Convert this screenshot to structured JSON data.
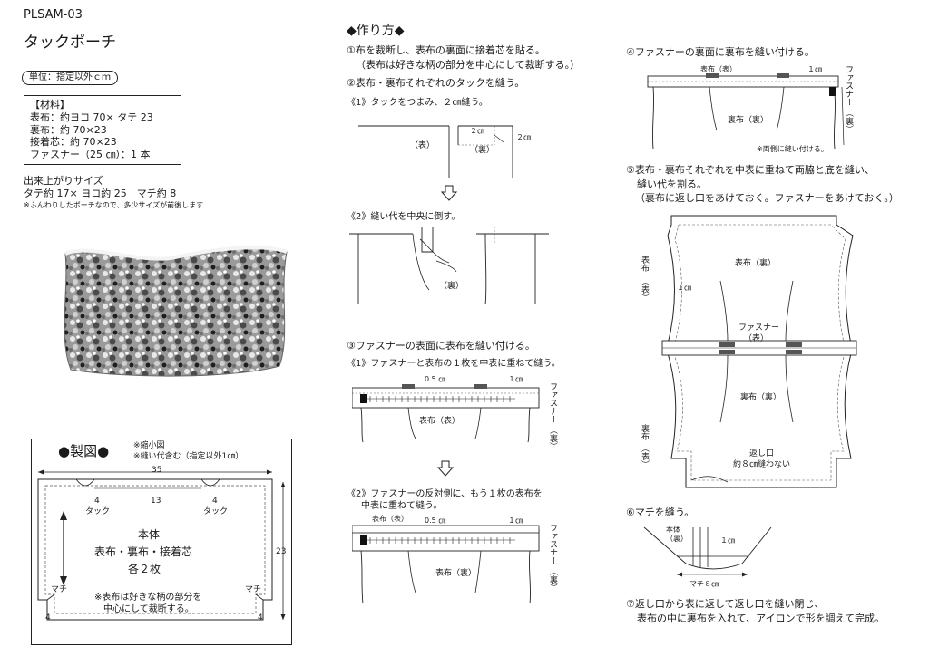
{
  "header": {
    "code": "PLSAM-03",
    "title": "タックポーチ"
  },
  "unit_badge": "単位：指定以外ｃｍ",
  "materials": {
    "heading": "【材料】",
    "lines": [
      "表布：約ヨコ 70× タテ 23",
      "裏布：約 70×23",
      "接着芯：約 70×23",
      "ファスナー（25 ㎝）：1 本"
    ]
  },
  "finished_size": {
    "heading": "出来上がりサイズ",
    "dims": "タテ約 17× ヨコ約 25　マチ約 8",
    "note": "※ふんわりしたポーチなので、多少サイズが前後します"
  },
  "pattern": {
    "title": "●製図●",
    "notes": [
      "※縮小図",
      "※縫い代含む（指定以外1㎝）"
    ],
    "width": "35",
    "height": "23",
    "seg_left": "4",
    "seg_mid": "13",
    "seg_right": "4",
    "tuck": "タック",
    "body_lines": [
      "本体",
      "表布・裏布・接着芯",
      "各２枚"
    ],
    "body_note": [
      "※表布は好きな柄の部分を",
      "中心にして裁断する。"
    ],
    "gusset": "マチ",
    "corner": "4"
  },
  "howto": {
    "title": "◆作り方◆",
    "step1": [
      "①布を裁断し、表布の裏面に接着芯を貼る。",
      "（表布は好きな柄の部分を中心にして裁断する。）"
    ],
    "step2": "②表布・裏布それぞれのタックを縫う。",
    "step2_1": "《1》タックをつまみ、２㎝縫う。",
    "step2_2": "《2》縫い代を中央に倒す。",
    "step3": "③ファスナーの表面に表布を縫い付ける。",
    "step3_1": "《1》ファスナーと表布の１枚を中表に重ねて縫う。",
    "step3_2": [
      "《2》ファスナーの反対側に、もう１枚の表布を",
      "中表に重ねて縫う。"
    ],
    "step4": "④ファスナーの裏面に裏布を縫い付ける。",
    "step4_note": "※両側に縫い付ける。",
    "step5": [
      "⑤表布・裏布それぞれを中表に重ねて両脇と底を縫い、",
      "縫い代を割る。",
      "（裏布に返し口をあけておく。ファスナーをあけておく。）"
    ],
    "step6": "⑥マチを縫う。",
    "step7": [
      "⑦返し口から表に返して返し口を縫い閉じ、",
      "表布の中に裏布を入れて、アイロンで形を調えて完成。"
    ]
  },
  "labels": {
    "omote": "（表）",
    "ura": "（裏）",
    "two_cm": "２㎝",
    "half_cm": "0.5 ㎝",
    "one_cm": "１㎝",
    "zipper": "ファスナー",
    "zipper_ura": "（裏）",
    "zipper_omote": "（表）",
    "omote_fabric_omote": "表布（表）",
    "omote_fabric_ura": "表布（裏）",
    "ura_fabric_ura": "裏布（裏）",
    "ura_fabric_omote": "裏布（表）",
    "omote_fabric": "表布",
    "ura_fabric": "裏布",
    "return_opening": [
      "返し口",
      "約８㎝縫わない"
    ],
    "body_ura": [
      "本体",
      "（裏）"
    ],
    "gusset_8": "マチ８㎝"
  }
}
